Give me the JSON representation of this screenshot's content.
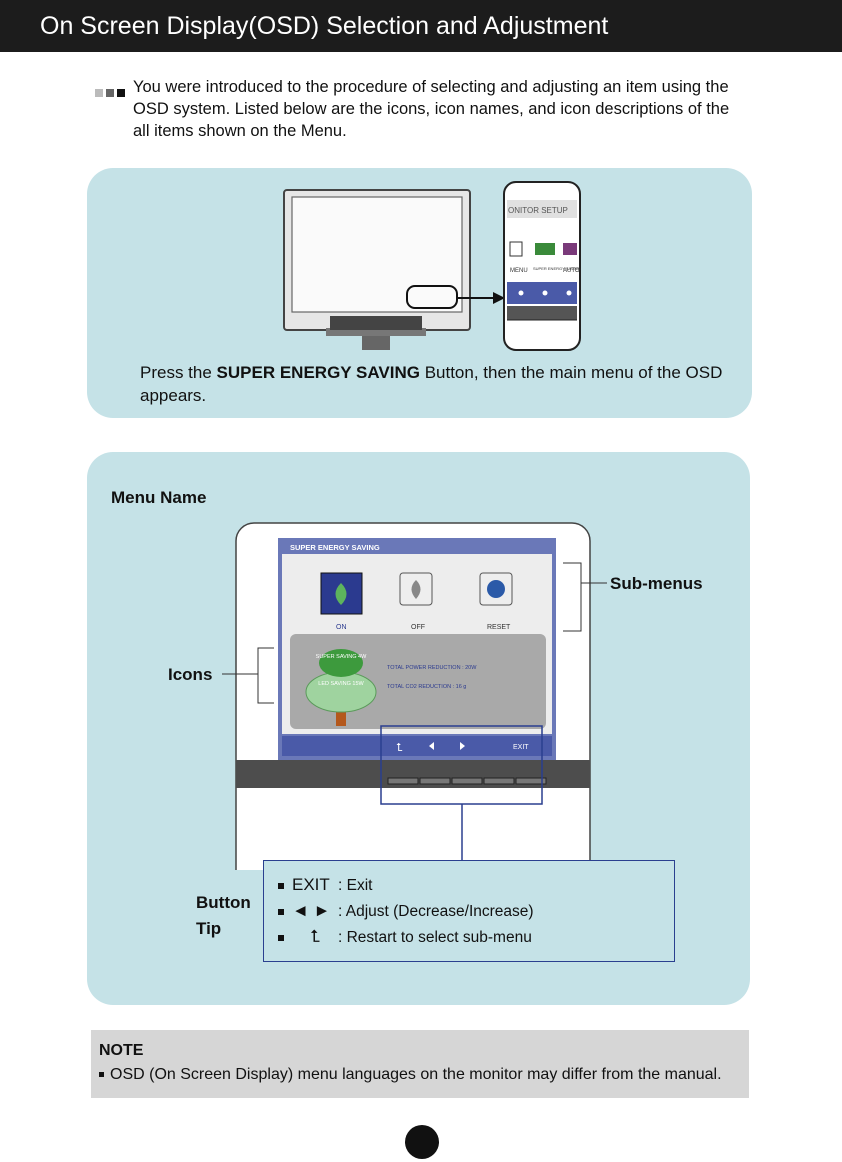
{
  "header": {
    "title": "On Screen Display(OSD) Selection and Adjustment"
  },
  "intro": {
    "text": "You were introduced to the procedure of selecting and adjusting an item using the OSD system. Listed below are the icons, icon names, and icon descriptions of the all items shown on the Menu."
  },
  "panel1": {
    "caption_pre": "Press the ",
    "caption_bold": "SUPER ENERGY SAVING",
    "caption_post": " Button, then the main menu of the OSD appears.",
    "zoom": {
      "header": "ONITOR SETUP",
      "menu_label": "MENU",
      "ses_label": "SUPER ENERGY SAVING",
      "auto_label": "AUTO"
    }
  },
  "panel2": {
    "menu_name_label": "Menu Name",
    "sub_menus_label": "Sub-menus",
    "icons_label": "Icons",
    "button_tip_label": "Button Tip",
    "osd": {
      "title": "SUPER ENERGY SAVING",
      "options": [
        "ON",
        "OFF",
        "RESET"
      ],
      "tree_upper": "SUPER SAVING 4W",
      "tree_lower": "LED SAVING 15W",
      "power_reduction": "TOTAL POWER REDUCTION : 20W",
      "co2_reduction": "TOTAL CO2 REDUCTION : 16 g",
      "exit": "EXIT"
    },
    "tips": [
      {
        "key": "EXIT",
        "desc": ": Exit"
      },
      {
        "key": "◄ ►",
        "desc": ": Adjust (Decrease/Increase)"
      },
      {
        "key": "⮤",
        "desc": ": Restart to select sub-menu"
      }
    ]
  },
  "note": {
    "title": "NOTE",
    "text": "OSD (On Screen Display) menu languages on the monitor may differ from the manual."
  },
  "colors": {
    "panel_bg": "#c5e2e7",
    "osd_blue": "#2b3a8f",
    "title_bar": "#1c1c1c"
  }
}
